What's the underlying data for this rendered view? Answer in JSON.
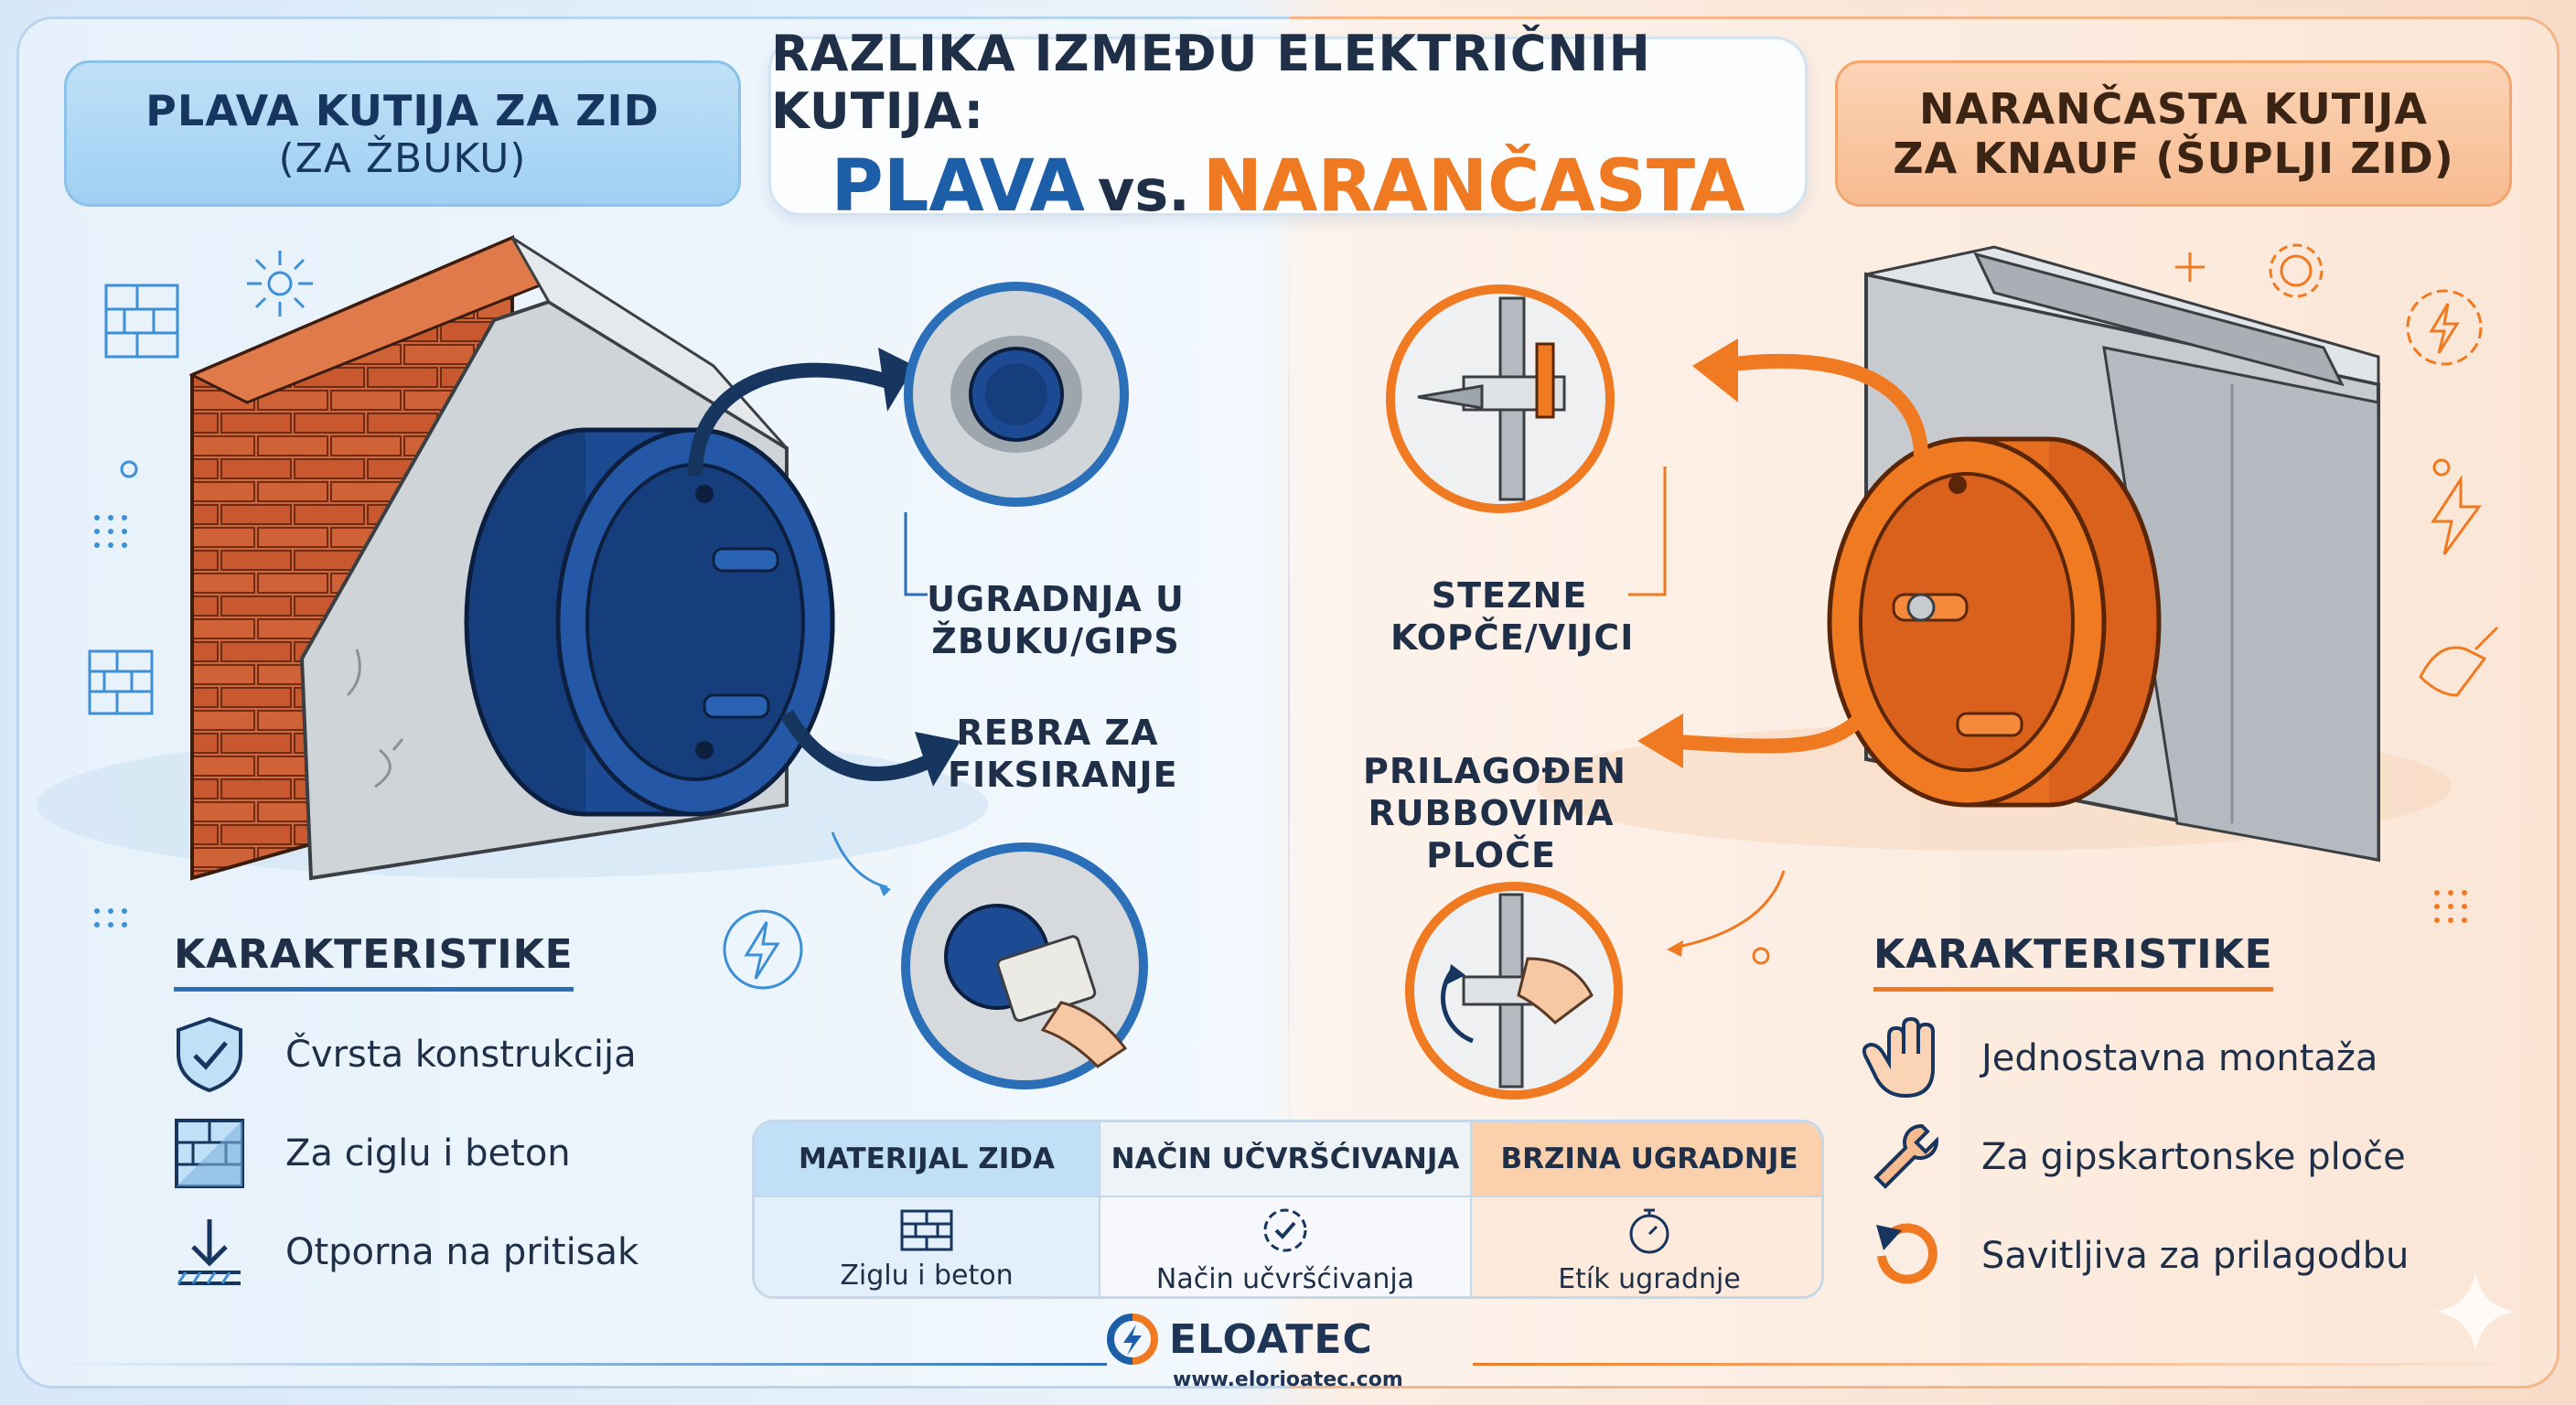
{
  "header": {
    "title_line1": "RAZLIKA IZMEĐU ELEKTRIČNIH KUTIJA:",
    "title_blue": "PLAVA",
    "title_vs": "vs.",
    "title_orange": "NARANČASTA"
  },
  "left_panel": {
    "heading_line1": "PLAVA KUTIJA ZA ZID",
    "heading_line2": "(ZA ŽBUKU)",
    "callout_install": [
      "UGRADNJA U",
      "ŽBUKU/GIPS"
    ],
    "callout_ribs": [
      "REBRA ZA",
      "FIKSIRANJE"
    ],
    "features_title": "KARAKTERISTIKE",
    "features": [
      {
        "icon": "shield-check-icon",
        "text": "Čvrsta konstrukcija"
      },
      {
        "icon": "brick-pattern-icon",
        "text": "Za ciglu i beton"
      },
      {
        "icon": "pressure-arrow-icon",
        "text": "Otporna na pritisak"
      }
    ],
    "accent_color": "#1d5ea8"
  },
  "right_panel": {
    "heading_line1": "NARANČASTA KUTIJA",
    "heading_line2": "ZA KNAUF (ŠUPLJI ZID)",
    "callout_clamps": [
      "STEZNE",
      "KOPČE/VIJCI"
    ],
    "callout_edges": [
      "PRILAGOĐEN",
      "RUBBOVIMA",
      "PLOČE"
    ],
    "features_title": "KARAKTERISTIKE",
    "features": [
      {
        "icon": "hand-icon",
        "text": "Jednostavna montaža"
      },
      {
        "icon": "wrench-icon",
        "text": "Za gipskartonske ploče"
      },
      {
        "icon": "rotate-arrow-icon",
        "text": "Savitljiva za prilagodbu"
      }
    ],
    "accent_color": "#f07a22"
  },
  "comparison_table": {
    "headers": [
      "MATERIJAL ZIDA",
      "NAČIN UČVRŠĆIVANJA",
      "BRZINA UGRADNJE"
    ],
    "cells": [
      {
        "icon": "brick-icon",
        "text": "Ziglu i beton"
      },
      {
        "icon": "gear-check-icon",
        "text": "Način učvršćivanja"
      },
      {
        "icon": "stopwatch-icon",
        "text": "Etík ugradnje"
      }
    ]
  },
  "footer": {
    "brand": "ELOATEC",
    "website": "www.elorioatec.com"
  }
}
